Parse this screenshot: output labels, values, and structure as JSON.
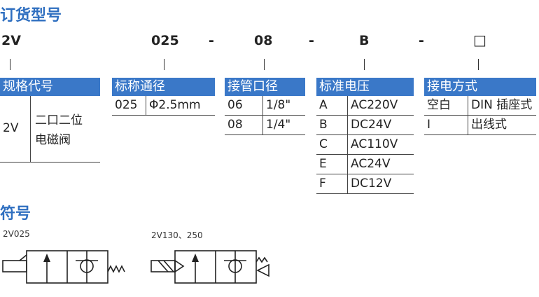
{
  "order_title": "订货型号",
  "code": {
    "c1": "2V",
    "c2": "025",
    "d1": "-",
    "c3": "08",
    "d2": "-",
    "c4": "B",
    "d3": "-",
    "c5": "□"
  },
  "spec": {
    "header": "规格代号",
    "code": "2V",
    "desc_line1": "二口二位",
    "desc_line2": "电磁阀"
  },
  "nominal": {
    "header": "标称通径",
    "rows": [
      [
        "025",
        "Φ2.5mm"
      ]
    ]
  },
  "port": {
    "header": "接管口径",
    "rows": [
      [
        "06",
        "1/8\""
      ],
      [
        "08",
        "1/4\""
      ]
    ]
  },
  "voltage": {
    "header": "标准电压",
    "rows": [
      [
        "A",
        "AC220V"
      ],
      [
        "B",
        "DC24V"
      ],
      [
        "C",
        "AC110V"
      ],
      [
        "E",
        "AC24V"
      ],
      [
        "F",
        "DC12V"
      ]
    ]
  },
  "connection": {
    "header": "接电方式",
    "rows": [
      [
        "空白",
        "DIN 插座式"
      ],
      [
        "I",
        "出线式"
      ]
    ]
  },
  "symbol_title": "符号",
  "symbols": {
    "left_label": "2V025",
    "right_label": "2V130、250"
  },
  "colors": {
    "accent": "#2f6fc0",
    "header_bg": "#3a78c8"
  }
}
